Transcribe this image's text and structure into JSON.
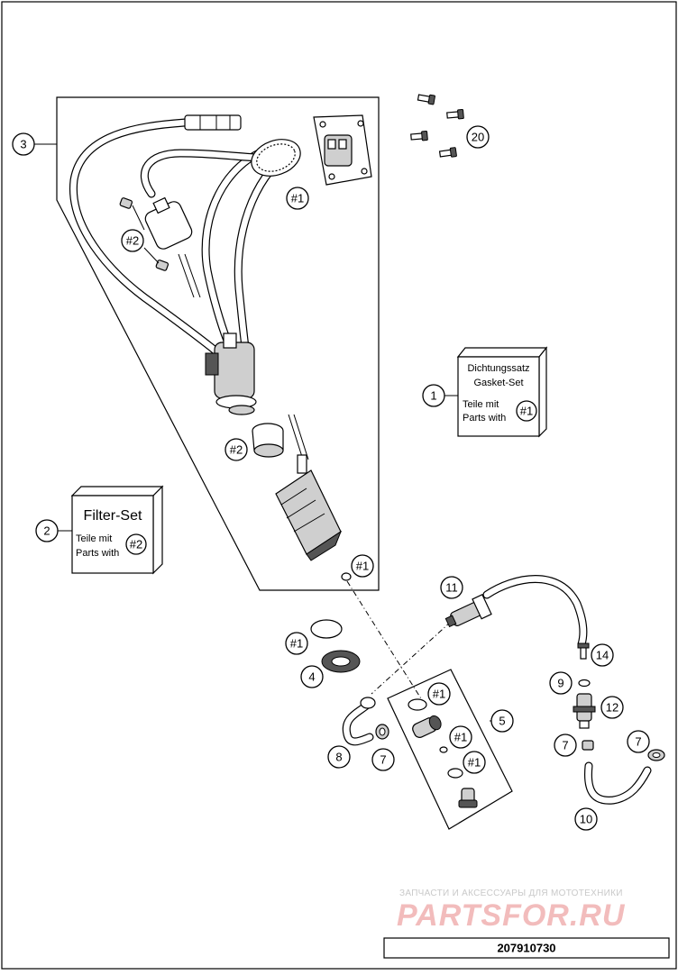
{
  "callouts": {
    "c1": "1",
    "c2": "2",
    "c3": "3",
    "c4": "4",
    "c5": "5",
    "c7a": "7",
    "c7b": "7",
    "c7c": "7",
    "c8": "8",
    "c9": "9",
    "c10": "10",
    "c11": "11",
    "c12": "12",
    "c14": "14",
    "c20": "20",
    "ref1": "#1",
    "ref2": "#2"
  },
  "gasket_set": {
    "title_de": "Dichtungssatz",
    "title_en": "Gasket-Set",
    "parts_de": "Teile mit",
    "parts_en": "Parts with",
    "ref": "#1"
  },
  "filter_set": {
    "title": "Filter-Set",
    "parts_de": "Teile mit",
    "parts_en": "Parts with",
    "ref": "#2"
  },
  "watermark": {
    "caption": "ЗАПЧАСТИ И АКСЕССУАРЫ ДЛЯ МОТОТЕХНИКИ",
    "brand": "PARTSFOR.RU"
  },
  "footer": {
    "diagram_number": "207910730"
  }
}
